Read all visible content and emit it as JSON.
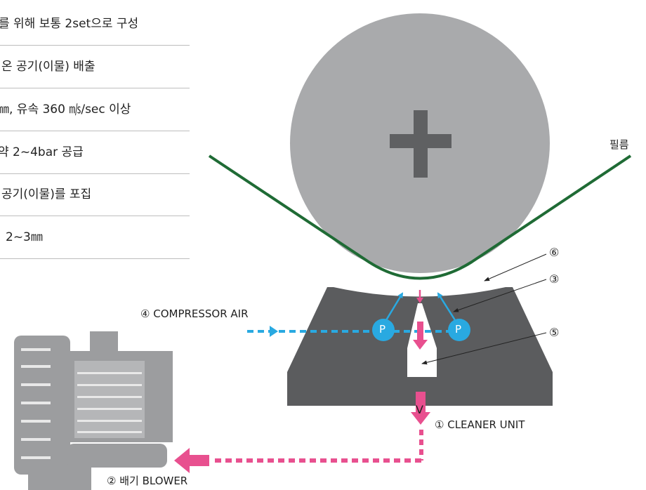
{
  "table_rows": [
    "를 위해 보통 2set으로 구성",
    "온 공기(이물) 배출",
    "㎜, 유속 360 ㎧/sec 이상",
    "약 2~4bar 공급",
    "공기(이물)를 포집",
    "2~3㎜"
  ],
  "labels": {
    "film": "필름",
    "compressor": "④ COMPRESSOR AIR",
    "cleaner": "① CLEANER UNIT",
    "blower": "② 배기 BLOWER",
    "n6": "⑥",
    "n3": "③",
    "n5": "⑤",
    "p_left": "P",
    "p_right": "P",
    "v": "V"
  },
  "colors": {
    "roller": "#a9aaac",
    "cross": "#5f6062",
    "block": "#5b5c5e",
    "film": "#1f6b35",
    "air": "#29a9e1",
    "exhaust": "#e8508f",
    "blower_body": "#9c9d9f"
  }
}
